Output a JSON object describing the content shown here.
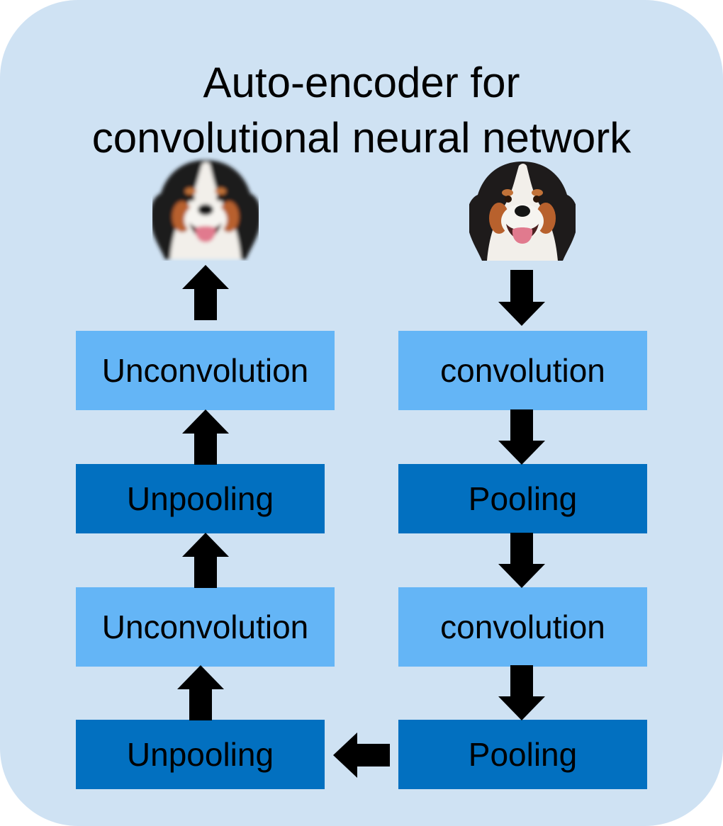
{
  "title": {
    "line1": "Auto-encoder for",
    "line2": "convolutional neural network"
  },
  "decoder": {
    "blocks": [
      {
        "label": "Unconvolution",
        "kind": "light"
      },
      {
        "label": "Unpooling",
        "kind": "dark"
      },
      {
        "label": "Unconvolution",
        "kind": "light"
      },
      {
        "label": "Unpooling",
        "kind": "dark"
      }
    ],
    "output_image": "dog-reconstructed-blurry"
  },
  "encoder": {
    "blocks": [
      {
        "label": "convolution",
        "kind": "light"
      },
      {
        "label": "Pooling",
        "kind": "dark"
      },
      {
        "label": "convolution",
        "kind": "light"
      },
      {
        "label": "Pooling",
        "kind": "dark"
      }
    ],
    "input_image": "dog-input-sharp"
  },
  "colors": {
    "panel": "#cfe2f3",
    "block_light": "#64b5f6",
    "block_dark": "#0270c0",
    "arrow": "#000000"
  },
  "icons": {
    "arrow_up": "arrow-up-icon",
    "arrow_down": "arrow-down-icon",
    "arrow_left": "arrow-left-icon"
  }
}
